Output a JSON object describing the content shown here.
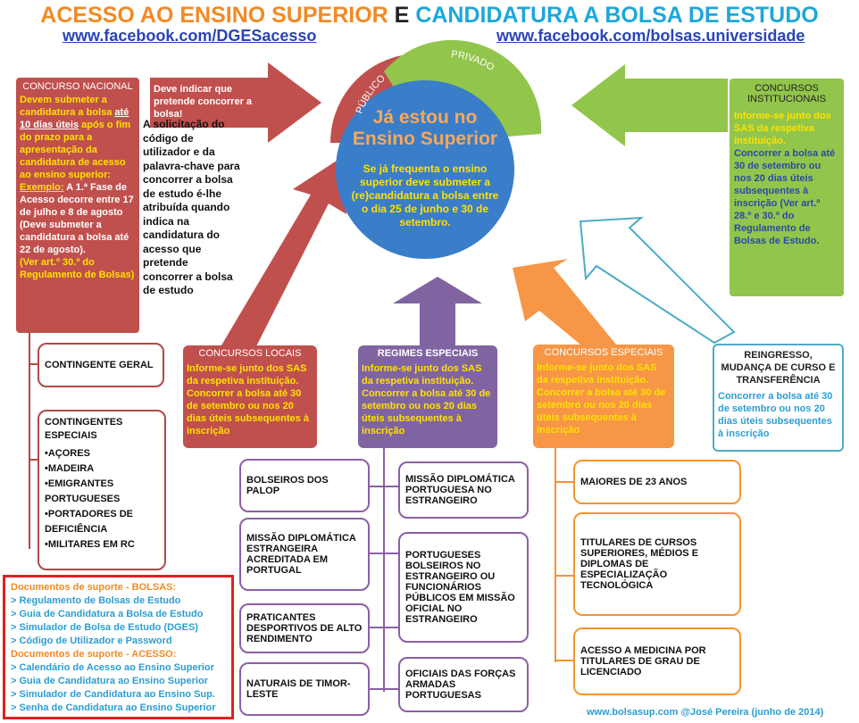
{
  "header": {
    "title_part1": "ACESSO AO ENSINO SUPERIOR",
    "title_part2": "E",
    "title_part3": "CANDIDATURA A BOLSA DE ESTUDO",
    "link_left": "www.facebook.com/DGESacesso",
    "link_right": "www.facebook.com/bolsas.universidade"
  },
  "circle": {
    "arc_left": "PÚBLICO",
    "arc_right": "PRIVADO",
    "title_line1": "Já estou no",
    "title_line2": "Ensino Superior",
    "body": "Se já frequenta o ensino superior deve submeter a (re)candidatura a bolsa entre o dia 25 de junho e 30 de setembro."
  },
  "arrow_note": "Deve indicar que pretende concorrer a bolsa!",
  "side_note": "A solicitação do código de utilizador e da palavra-chave para concorrer a bolsa de estudo é-lhe atribuída quando indica na candidatura do acesso que pretende concorrer a bolsa de estudo",
  "concurso_nacional": {
    "title": "CONCURSO NACIONAL",
    "p1_a": "Devem submeter a candidatura a bolsa ",
    "p1_b": "até 10 dias úteis",
    "p1_c": " após o fim do prazo para a apresentação da candidatura de acesso ao ensino superior:",
    "ex_label": "Exemplo:",
    "ex_text": " A 1.ª Fase de Acesso decorre  entre 17 de julho e 8 de agosto (Deve submeter a candidatura a bolsa até  22 de agosto).",
    "ref": "(Ver art.º 30.º do Regulamento de Bolsas)"
  },
  "concursos_institucionais": {
    "title": "CONCURSOS INSTITUCIONAIS",
    "p1": "Informe-se junto dos SAS da respetiva instituição.",
    "p2": "Concorrer a bolsa até 30 de setembro ou nos 20 dias úteis subsequentes à inscrição (Ver art.º 28.º e 30.º do Regulamento de Bolsas de Estudo."
  },
  "concursos_locais": {
    "title": "CONCURSOS LOCAIS",
    "p1": "Informe-se junto dos SAS da respetiva instituição.",
    "p2": "Concorrer a bolsa até 30 de setembro ou nos 20 dias úteis subsequentes à inscrição"
  },
  "regimes_especiais": {
    "title": "REGIMES ESPECIAIS",
    "p1": "Informe-se junto dos SAS da respetiva instituição.",
    "p2": "Concorrer a bolsa até 30 de setembro ou nos 20 dias úteis subsequentes à inscrição"
  },
  "concursos_especiais": {
    "title": "CONCURSOS ESPECIAIS",
    "p1": "Informe-se junto dos SAS da respetiva instituição.",
    "p2": "Concorrer a bolsa até 30 de setembro ou nos 20 dias úteis subsequentes à inscrição"
  },
  "reingresso": {
    "title": "REINGRESSO, MUDANÇA DE CURSO E TRANSFERÊNCIA",
    "p1": "Concorrer a bolsa até 30 de setembro ou nos 20 dias úteis subsequentes à inscrição"
  },
  "contingente_geral": "CONTINGENTE GERAL",
  "contingentes_especiais": {
    "title": "CONTINGENTES ESPECIAIS",
    "items": [
      "•AÇORES",
      "•MADEIRA",
      "•EMIGRANTES PORTUGUESES",
      "•PORTADORES DE DEFICIÊNCIA",
      "•MILITARES EM RC"
    ]
  },
  "regimes_left": [
    "BOLSEIROS DOS PALOP",
    "MISSÃO DIPLOMÁTICA ESTRANGEIRA ACREDITADA EM PORTUGAL",
    "PRATICANTES DESPORTIVOS DE ALTO RENDIMENTO",
    "NATURAIS DE TIMOR-LESTE"
  ],
  "regimes_right": [
    "MISSÃO DIPLOMÁTICA PORTUGUESA NO ESTRANGEIRO",
    "PORTUGUESES BOLSEIROS NO ESTRANGEIRO OU FUNCIONÁRIOS PÚBLICOS EM MISSÃO OFICIAL NO ESTRANGEIRO",
    "OFICIAIS DAS FORÇAS ARMADAS PORTUGUESAS"
  ],
  "especiais_items": [
    "MAIORES DE 23 ANOS",
    "TITULARES DE CURSOS SUPERIORES, MÉDIOS E DIPLOMAS DE ESPECIALIZAÇÃO TECNOLÓGICA",
    "ACESSO A MEDICINA POR TITULARES DE GRAU DE LICENCIADO"
  ],
  "docs": {
    "bolsas_title": "Documentos de suporte - BOLSAS:",
    "bolsas_links": [
      "> Regulamento de Bolsas de Estudo",
      "> Guia de Candidatura a Bolsa de Estudo",
      "> Simulador de Bolsa de Estudo (DGES)",
      "> Código de Utilizador e Password"
    ],
    "acesso_title": "Documentos de suporte - ACESSO:",
    "acesso_links": [
      "> Calendário de Acesso ao Ensino Superior",
      "> Guia de Candidatura ao Ensino Superior",
      "> Simulador de Candidatura ao Ensino Sup.",
      "> Senha de Candidatura ao Ensino Superior"
    ]
  },
  "footer": "www.bolsasup.com  @José Pereira (junho de 2014)",
  "colors": {
    "nacional": "#c0504d",
    "verde": "#92c54b",
    "azul": "#3a7dc9",
    "roxo": "#8064a2",
    "laranja": "#f79646",
    "azul_claro": "#4bacc6",
    "amarelo": "#ffe100"
  }
}
